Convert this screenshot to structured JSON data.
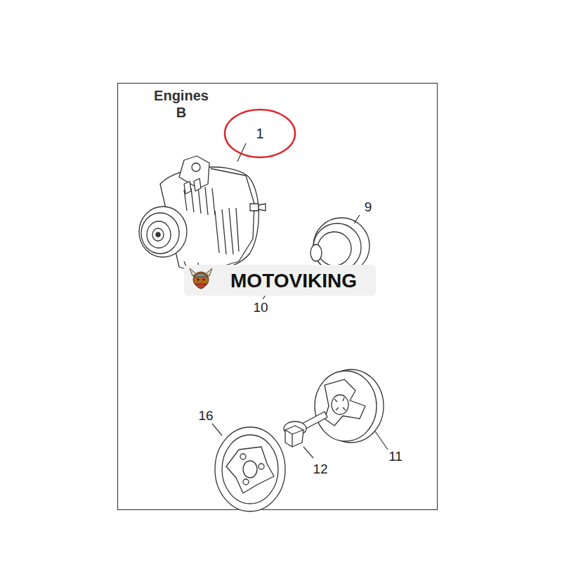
{
  "diagram": {
    "title": "Engines B",
    "nodes": [
      {
        "text": [
          "1"
        ]
      }
    ],
    "edges": [],
    "labels": [
      "9",
      "10",
      "16",
      "12",
      "11",
      "MOTOVIKING"
    ]
  }
}
